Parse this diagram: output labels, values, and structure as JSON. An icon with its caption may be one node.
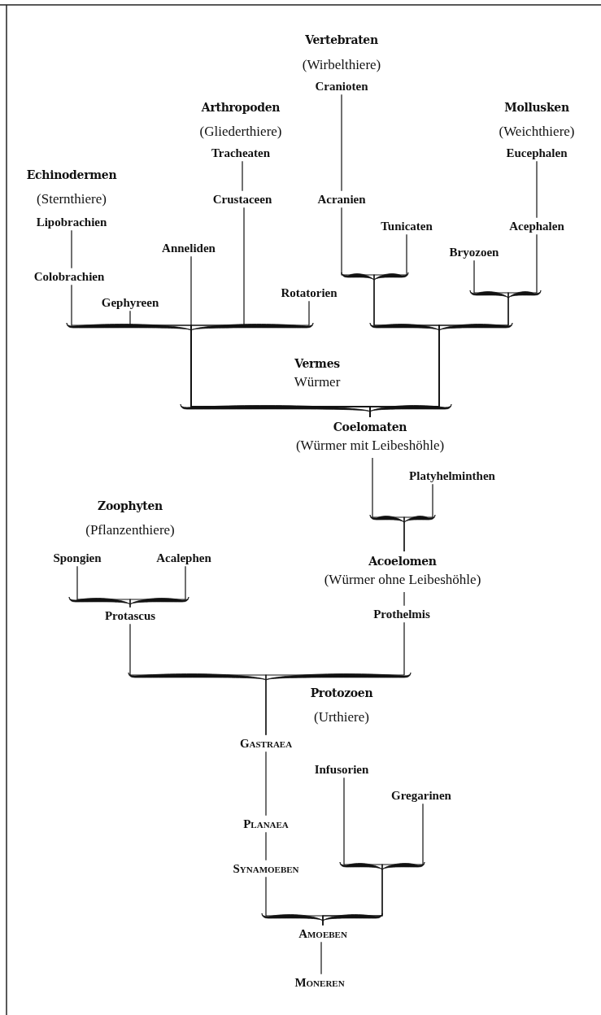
{
  "diagram": {
    "nodes": [
      {
        "text": [
          "Cranioten"
        ]
      },
      {
        "text": [
          "Tracheaten"
        ]
      },
      {
        "text": [
          "Eucephalen"
        ]
      },
      {
        "text": [
          "Lipobrachien"
        ]
      },
      {
        "text": [
          "Crustaceen"
        ]
      },
      {
        "text": [
          "Acranien"
        ]
      },
      {
        "text": [
          "Tunicaten"
        ]
      },
      {
        "text": [
          "Acephalen"
        ]
      },
      {
        "text": [
          "Anneliden"
        ]
      },
      {
        "text": [
          "Bryozoen"
        ]
      },
      {
        "text": [
          "Colobrachien"
        ]
      },
      {
        "text": [
          "Rotatorien"
        ]
      },
      {
        "text": [
          "Gephyreen"
        ]
      },
      {
        "text": [
          "Vermes",
          "Würmer"
        ]
      },
      {
        "text": [
          "Coelomaten",
          "(Würmer mit Leibeshöhle)"
        ]
      },
      {
        "text": [
          "Platyhelminthen"
        ]
      },
      {
        "text": [
          "Spongien"
        ]
      },
      {
        "text": [
          "Acalephen"
        ]
      },
      {
        "text": [
          "Acoelomen",
          "(Würmer ohne Leibeshöhle)"
        ]
      },
      {
        "text": [
          "Protascus"
        ]
      },
      {
        "text": [
          "Prothelmis"
        ]
      },
      {
        "text": [
          "Gastraea"
        ]
      },
      {
        "text": [
          "Infusorien"
        ]
      },
      {
        "text": [
          "Gregarinen"
        ]
      },
      {
        "text": [
          "Planaea"
        ]
      },
      {
        "text": [
          "Synamoeben"
        ]
      },
      {
        "text": [
          "Amoeben"
        ]
      },
      {
        "text": [
          "Moneren"
        ]
      }
    ],
    "edges": [
      {
        "from": 0,
        "to": 5,
        "arrow": "none"
      },
      {
        "from": 1,
        "to": 4,
        "arrow": "none"
      },
      {
        "from": 2,
        "to": 7,
        "arrow": "none"
      },
      {
        "from": 3,
        "to": 10,
        "arrow": "none"
      },
      {
        "from": 10,
        "to": 14,
        "arrow": "none"
      },
      {
        "from": 12,
        "to": 14,
        "arrow": "none"
      },
      {
        "from": 8,
        "to": 14,
        "arrow": "none"
      },
      {
        "from": 4,
        "to": 14,
        "arrow": "none"
      },
      {
        "from": 11,
        "to": 14,
        "arrow": "none"
      },
      {
        "from": 5,
        "to": 14,
        "arrow": "none"
      },
      {
        "from": 6,
        "to": 14,
        "arrow": "none"
      },
      {
        "from": 9,
        "to": 14,
        "arrow": "none"
      },
      {
        "from": 7,
        "to": 14,
        "arrow": "none"
      },
      {
        "from": 14,
        "to": 18,
        "arrow": "none"
      },
      {
        "from": 15,
        "to": 18,
        "arrow": "none"
      },
      {
        "from": 18,
        "to": 20,
        "arrow": "none"
      },
      {
        "from": 16,
        "to": 19,
        "arrow": "none"
      },
      {
        "from": 17,
        "to": 19,
        "arrow": "none"
      },
      {
        "from": 19,
        "to": 21,
        "arrow": "none"
      },
      {
        "from": 20,
        "to": 21,
        "arrow": "none"
      },
      {
        "from": 21,
        "to": 24,
        "arrow": "none"
      },
      {
        "from": 24,
        "to": 25,
        "arrow": "none"
      },
      {
        "from": 22,
        "to": 26,
        "arrow": "none"
      },
      {
        "from": 23,
        "to": 26,
        "arrow": "none"
      },
      {
        "from": 25,
        "to": 26,
        "arrow": "none"
      },
      {
        "from": 26,
        "to": 27,
        "arrow": "none"
      }
    ],
    "labels": [
      "Vertebraten",
      "(Wirbelthiere)",
      "Arthropoden",
      "(Gliederthiere)",
      "Mollusken",
      "(Weichthiere)",
      "Echinodermen",
      "(Sternthiere)",
      "Zoophyten",
      "(Pflanzenthiere)",
      "Protozoen",
      "(Urthiere)"
    ]
  }
}
